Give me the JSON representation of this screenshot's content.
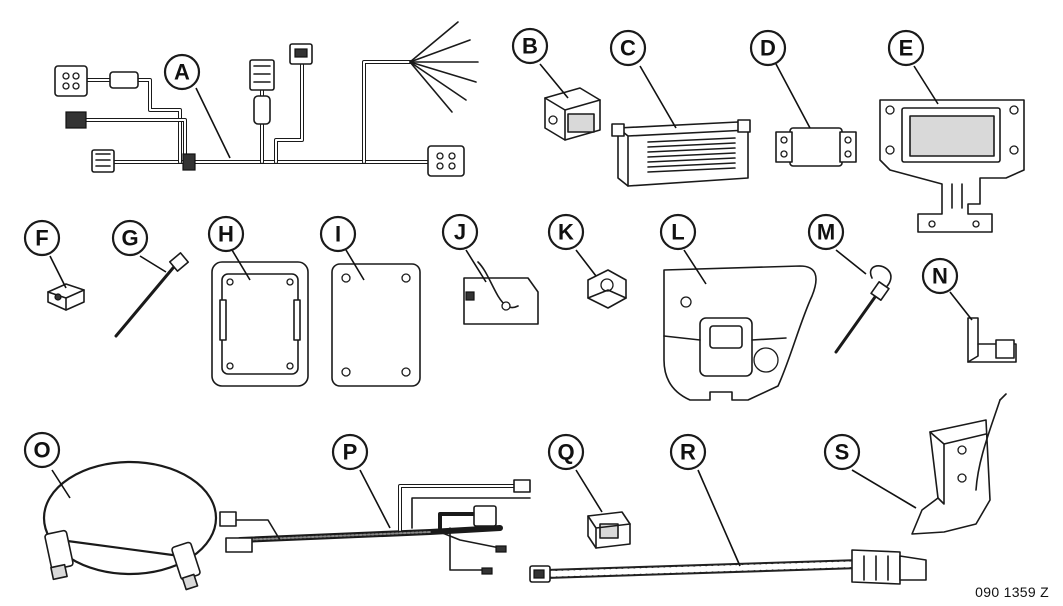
{
  "callouts": {
    "a": "A",
    "b": "B",
    "c": "C",
    "d": "D",
    "e": "E",
    "f": "F",
    "g": "G",
    "h": "H",
    "i": "I",
    "j": "J",
    "k": "K",
    "l": "L",
    "m": "M",
    "n": "N",
    "o": "O",
    "p": "P",
    "q": "Q",
    "r": "R",
    "s": "S"
  },
  "reference_code": "090 1359  Z"
}
